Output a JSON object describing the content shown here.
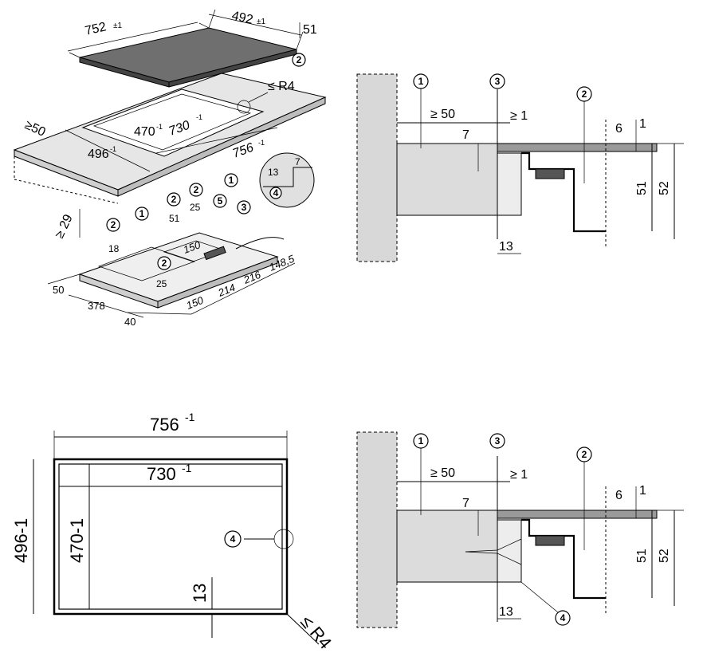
{
  "iso_view": {
    "hob_width": "752",
    "hob_width_tol": "±1",
    "hob_depth": "492",
    "hob_depth_tol": "±1",
    "hob_height": "51",
    "radius": "≤ R4",
    "side_clearance": "≥50",
    "cut_depth_inner": "470",
    "cut_depth_inner_tol": "-1",
    "cut_width_inner": "730",
    "cut_width_inner_tol": "-1",
    "cut_depth": "496",
    "cut_depth_tol": "-1",
    "cut_width": "756",
    "cut_width_tol": "-1",
    "detail_w": "13",
    "detail_h": "7",
    "counter_min": "≥ 29",
    "dims_under": [
      "18",
      "51",
      "25",
      "150",
      "25",
      "50",
      "378",
      "40",
      "150",
      "214",
      "216",
      "148,5"
    ]
  },
  "plan_view": {
    "outer_width": "756",
    "outer_width_tol": "-1",
    "inner_width": "730",
    "inner_width_tol": "-1",
    "outer_depth": "496-1",
    "inner_depth": "470-1",
    "frame": "13",
    "radius": "≤ R4"
  },
  "section": {
    "clearance": "≥ 50",
    "gap": "≥ 1",
    "glass": "6",
    "edge": "1",
    "depth_a": "7",
    "height_a": "51",
    "height_b": "52",
    "offset": "13"
  },
  "callouts": [
    "1",
    "2",
    "3",
    "4",
    "5"
  ]
}
